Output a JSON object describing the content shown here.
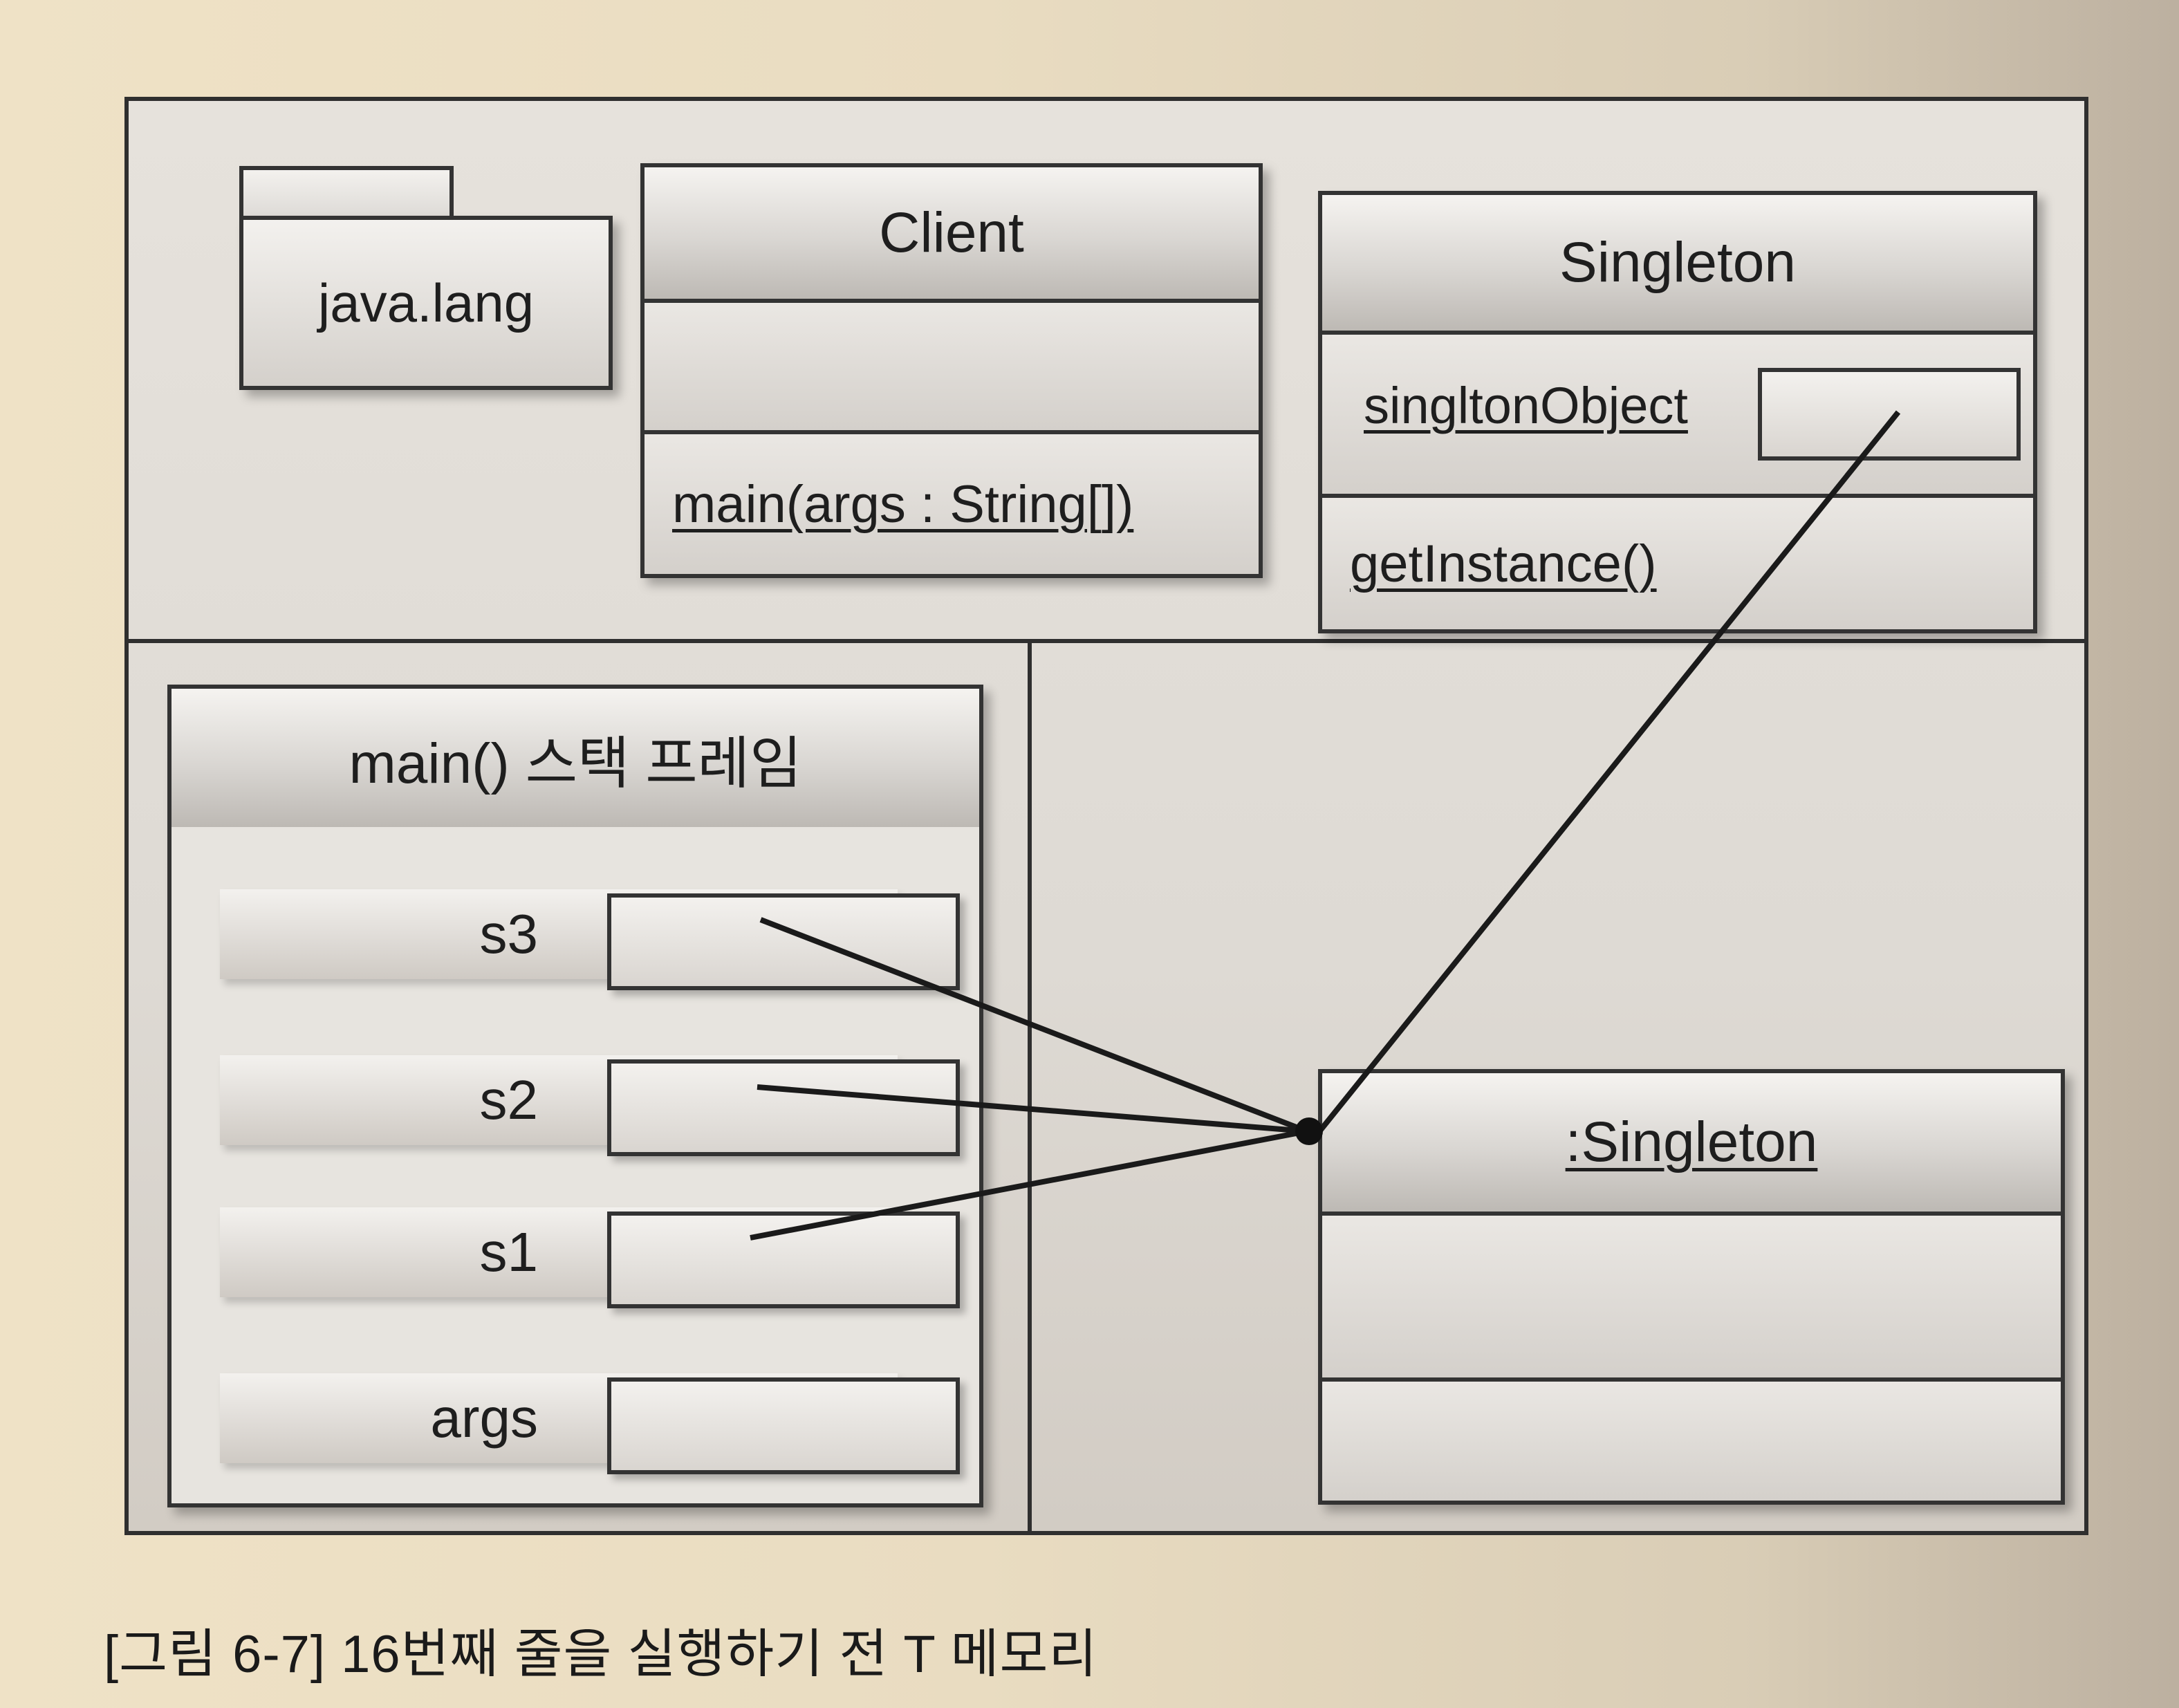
{
  "package": {
    "name": "java.lang"
  },
  "client_class": {
    "name": "Client",
    "method": "main(args : String[])"
  },
  "singleton_class": {
    "name": "Singleton",
    "attribute": "singltonObject",
    "method": "getInstance()"
  },
  "stack_frame": {
    "title": "main() 스택 프레임",
    "variables": [
      "s3",
      "s2",
      "s1",
      "args"
    ]
  },
  "singleton_object": {
    "name": ":Singleton"
  },
  "caption": "[그림 6-7] 16번째 줄을 실행하기 전 T 메모리"
}
